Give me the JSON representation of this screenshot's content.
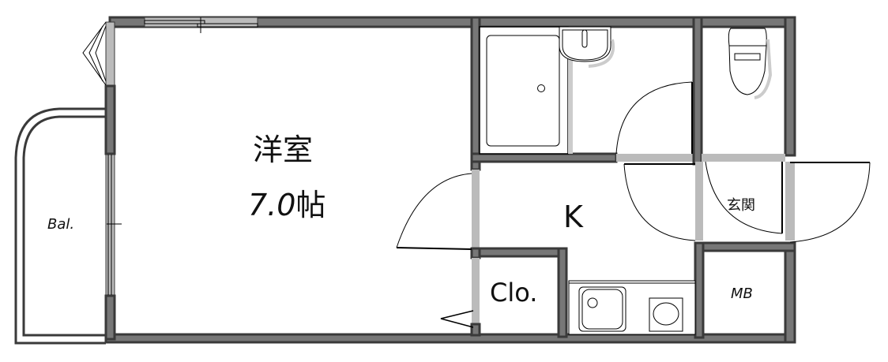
{
  "floorplan": {
    "rooms": {
      "western_room": {
        "name": "洋室",
        "size_number": "7.0",
        "size_unit": "帖"
      },
      "balcony": {
        "label": "Bal."
      },
      "kitchen": {
        "label": "K"
      },
      "closet": {
        "label": "Clo."
      },
      "entrance": {
        "label": "玄関"
      },
      "meter_box": {
        "label": "MB"
      }
    },
    "fixtures": [
      "bathtub",
      "washbasin",
      "toilet",
      "kitchen-sink",
      "stove"
    ],
    "colors": {
      "wall_outline": "#3a3a3a",
      "wall_fill": "#777777",
      "opening_fill": "#bbbbbb",
      "background": "#ffffff"
    }
  }
}
